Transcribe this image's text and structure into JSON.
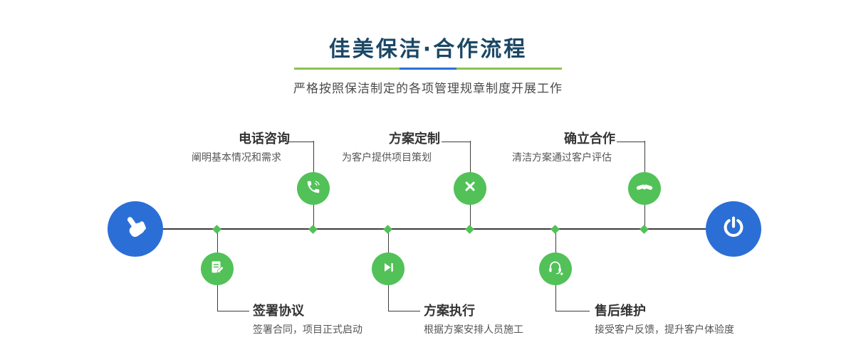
{
  "header": {
    "title": "佳美保洁·合作流程",
    "subtitle": "严格按照保洁制定的各项管理规章制度开展工作"
  },
  "colors": {
    "accent_blue": "#2b6fd6",
    "accent_green": "#52c158",
    "title_navy": "#1b4766",
    "timeline": "#3c3c3c"
  },
  "endpoints": {
    "start_icon": "hand-pointer-icon",
    "end_icon": "power-icon"
  },
  "steps": [
    {
      "id": "phone",
      "position": "top",
      "icon": "phone-icon",
      "title": "电话咨询",
      "desc": "阐明基本情况和需求"
    },
    {
      "id": "sign",
      "position": "bottom",
      "icon": "contract-icon",
      "title": "签署协议",
      "desc": "签署合同，项目正式启动"
    },
    {
      "id": "plan",
      "position": "top",
      "icon": "design-icon",
      "title": "方案定制",
      "desc": "为客户提供项目策划"
    },
    {
      "id": "execute",
      "position": "bottom",
      "icon": "play-icon",
      "title": "方案执行",
      "desc": "根据方案安排人员施工"
    },
    {
      "id": "cooperate",
      "position": "top",
      "icon": "handshake-icon",
      "title": "确立合作",
      "desc": "清洁方案通过客户评估"
    },
    {
      "id": "aftersales",
      "position": "bottom",
      "icon": "service-icon",
      "title": "售后维护",
      "desc": "接受客户反馈，提升客户体验度"
    }
  ]
}
